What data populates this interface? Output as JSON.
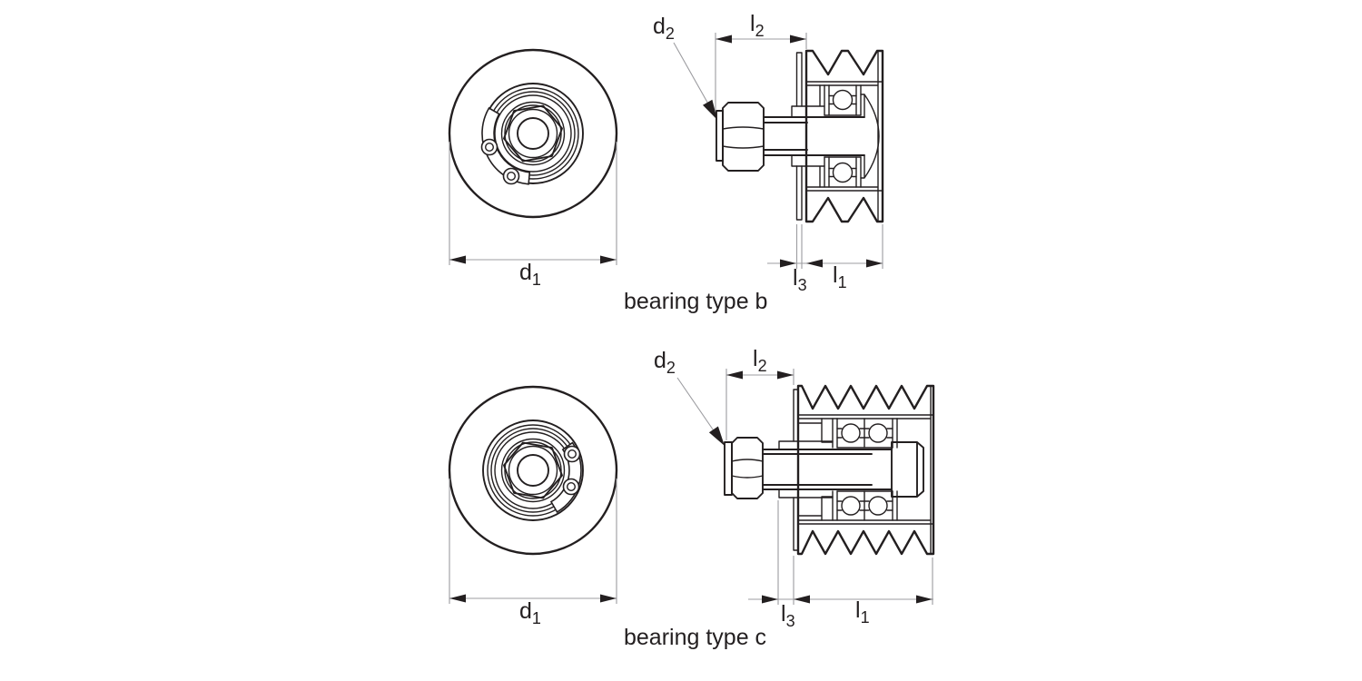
{
  "colors": {
    "background": "#ffffff",
    "ink": "#231f20",
    "dim_line": "#9c9ca0"
  },
  "diagrams": [
    {
      "id": "bearing-type-b",
      "caption": "bearing type b",
      "labels": {
        "d1": {
          "base": "d",
          "sub": "1"
        },
        "d2": {
          "base": "d",
          "sub": "2"
        },
        "l1": {
          "base": "l",
          "sub": "1"
        },
        "l2": {
          "base": "l",
          "sub": "2"
        },
        "l3": {
          "base": "l",
          "sub": "3"
        }
      }
    },
    {
      "id": "bearing-type-c",
      "caption": "bearing type c",
      "labels": {
        "d1": {
          "base": "d",
          "sub": "1"
        },
        "d2": {
          "base": "d",
          "sub": "2"
        },
        "l1": {
          "base": "l",
          "sub": "1"
        },
        "l2": {
          "base": "l",
          "sub": "2"
        },
        "l3": {
          "base": "l",
          "sub": "3"
        }
      }
    }
  ]
}
